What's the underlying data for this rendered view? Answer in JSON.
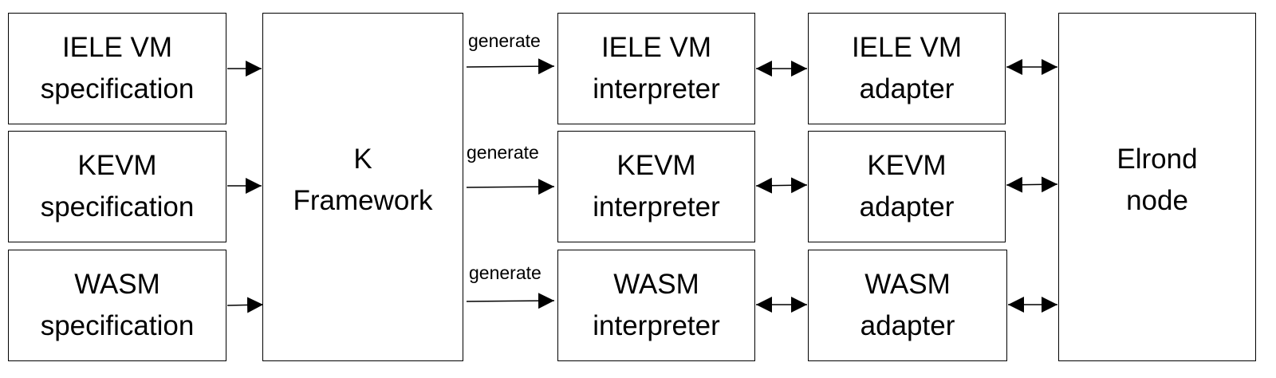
{
  "specs": [
    {
      "line1": "IELE VM",
      "line2": "specification"
    },
    {
      "line1": "KEVM",
      "line2": "specification"
    },
    {
      "line1": "WASM",
      "line2": "specification"
    }
  ],
  "framework": {
    "line1": "K",
    "line2": "Framework"
  },
  "edge_label": "generate",
  "interpreters": [
    {
      "line1": "IELE VM",
      "line2": "interpreter"
    },
    {
      "line1": "KEVM",
      "line2": "interpreter"
    },
    {
      "line1": "WASM",
      "line2": "interpreter"
    }
  ],
  "adapters": [
    {
      "line1": "IELE VM",
      "line2": "adapter"
    },
    {
      "line1": "KEVM",
      "line2": "adapter"
    },
    {
      "line1": "WASM",
      "line2": "adapter"
    }
  ],
  "node": {
    "line1": "Elrond",
    "line2": "node"
  }
}
